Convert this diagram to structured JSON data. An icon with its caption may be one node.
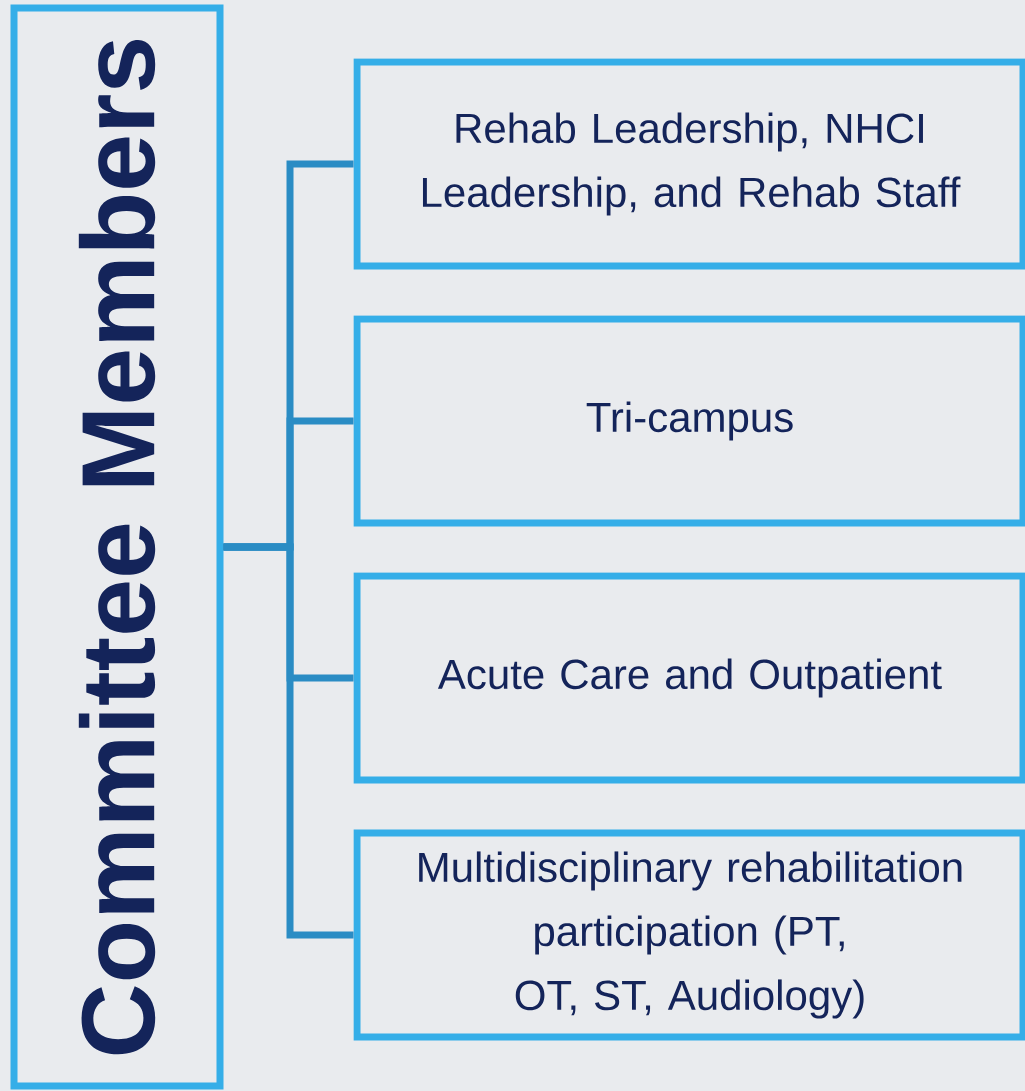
{
  "diagram": {
    "nodes": [
      {
        "text": [
          "Committee Members"
        ]
      },
      {
        "text": [
          "Rehab Leadership, NHCI Leadership, and Rehab Staff"
        ]
      },
      {
        "text": [
          "Tri-campus"
        ]
      },
      {
        "text": [
          "Acute Care and Outpatient"
        ]
      },
      {
        "text": [
          "Multidisciplinary rehabilitation participation (PT, OT, ST, Audiology)"
        ]
      }
    ],
    "edges": [
      {
        "from": 0,
        "to": 1,
        "arrow": "none"
      },
      {
        "from": 0,
        "to": 2,
        "arrow": "none"
      },
      {
        "from": 0,
        "to": 3,
        "arrow": "none"
      },
      {
        "from": 0,
        "to": 4,
        "arrow": "none"
      }
    ]
  }
}
